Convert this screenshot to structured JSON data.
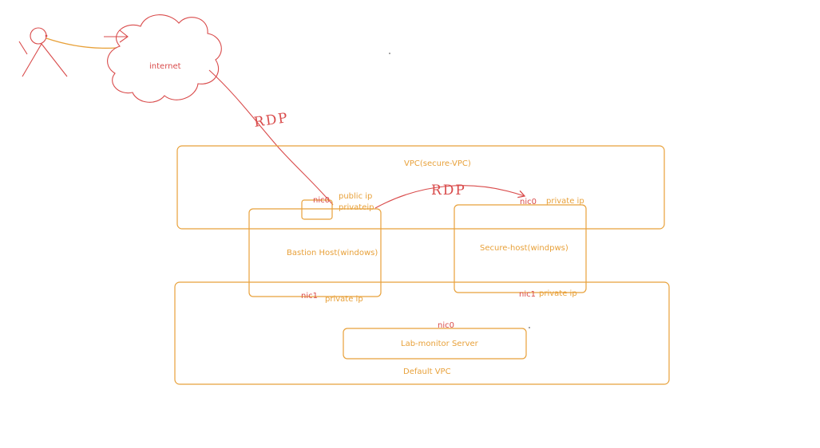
{
  "title": "",
  "colors": {
    "orange": "#e8a13a",
    "red": "#d94b4b",
    "user_link": "#e8a13a"
  },
  "icons": [
    "user-stick-figure-icon",
    "internet-cloud-icon"
  ],
  "labels": {
    "internet": "internet",
    "rdp_internet": "RDP",
    "vpc_secure": "VPC(secure-VPC)",
    "bastion_nic0": "nic0",
    "bastion_public_ip": "public ip",
    "bastion_private_ip_nic0": "privateip",
    "rdp_secure": "RDP",
    "secure_nic0": "nic0",
    "secure_private_ip_nic0": "private ip",
    "bastion_host": "Bastion Host(windows)",
    "secure_host": "Secure-host(windpws)",
    "bastion_nic1": "nic1",
    "bastion_private_ip_nic1": "private ip",
    "secure_nic1": "nic1",
    "secure_private_ip_nic1": "private ip",
    "monitor_nic0": "nic0",
    "monitor_server": "Lab-monitor Server",
    "vpc_default": "Default VPC"
  }
}
